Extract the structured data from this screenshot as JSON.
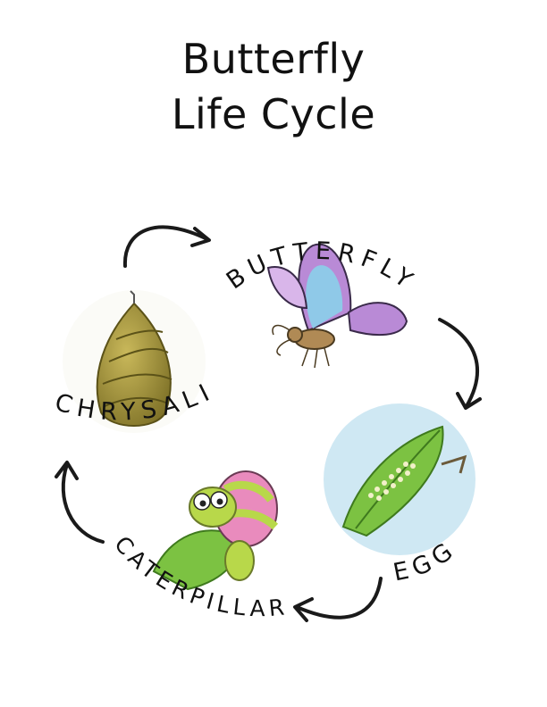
{
  "title": {
    "line1": "Butterfly",
    "line2": "Life Cycle"
  },
  "stages": {
    "butterfly": "BUTTERFLY",
    "egg": "EGG",
    "caterpillar": "CATERPILLAR",
    "chrysalis": "CHRYSALIS"
  },
  "colors": {
    "text": "#111111",
    "egg_circle": "#cfe8f3",
    "leaf": "#7cc242",
    "chrysalis": "#9c8f3c",
    "caterpillar_pink": "#e98bbd",
    "caterpillar_green": "#b8d84a",
    "butterfly_wing_purple": "#b98ad6",
    "butterfly_wing_blue": "#8fc9e8"
  },
  "icons": [
    "butterfly-illustration",
    "egg-on-leaf-illustration",
    "caterpillar-illustration",
    "chrysalis-illustration",
    "cycle-arrow"
  ]
}
